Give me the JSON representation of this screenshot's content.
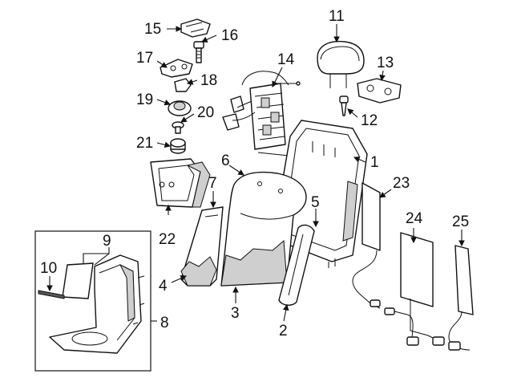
{
  "callouts": {
    "c1": "1",
    "c2": "2",
    "c3": "3",
    "c4": "4",
    "c5": "5",
    "c6": "6",
    "c7": "7",
    "c8": "8",
    "c9": "9",
    "c10": "10",
    "c11": "11",
    "c12": "12",
    "c13": "13",
    "c14": "14",
    "c15": "15",
    "c16": "16",
    "c17": "17",
    "c18": "18",
    "c19": "19",
    "c20": "20",
    "c21": "21",
    "c22": "22",
    "c23": "23",
    "c24": "24",
    "c25": "25"
  },
  "colors": {
    "line": "#111111",
    "shading": "#cfcfcf",
    "background": "#ffffff"
  }
}
